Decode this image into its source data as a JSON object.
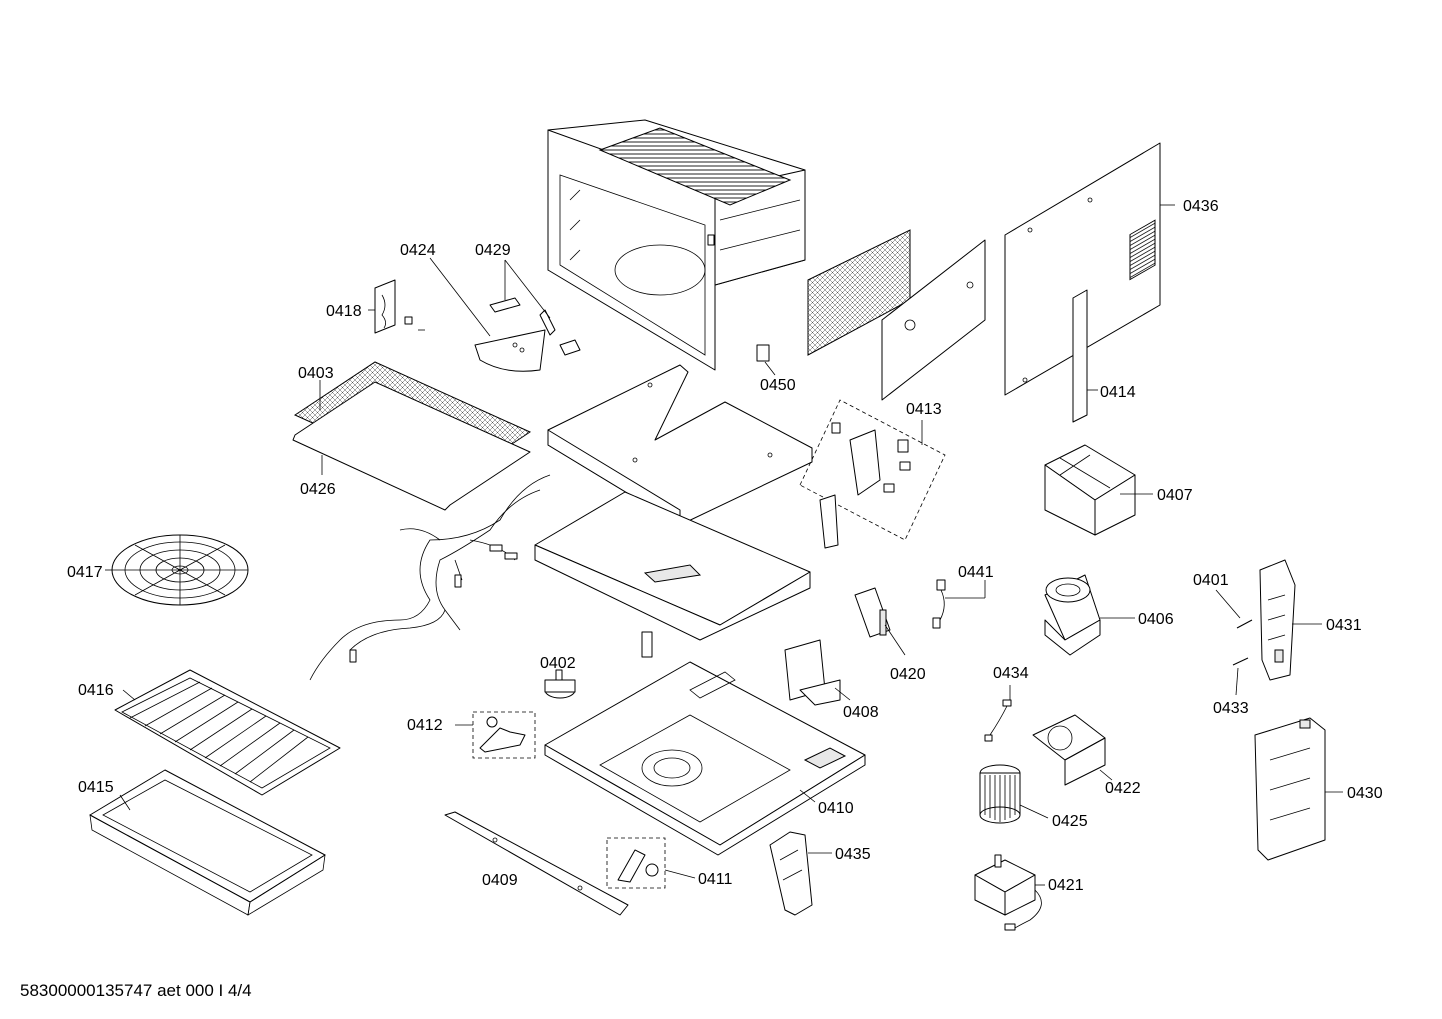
{
  "footer_text": "58300000135747 aet 000 I 4/4",
  "parts": {
    "p0401": "0401",
    "p0402": "0402",
    "p0403": "0403",
    "p0406": "0406",
    "p0407": "0407",
    "p0408": "0408",
    "p0409": "0409",
    "p0410": "0410",
    "p0411": "0411",
    "p0412": "0412",
    "p0413": "0413",
    "p0414": "0414",
    "p0415": "0415",
    "p0416": "0416",
    "p0417": "0417",
    "p0418": "0418",
    "p0420": "0420",
    "p0421": "0421",
    "p0422": "0422",
    "p0424": "0424",
    "p0425": "0425",
    "p0426": "0426",
    "p0429": "0429",
    "p0430": "0430",
    "p0431": "0431",
    "p0433": "0433",
    "p0434": "0434",
    "p0435": "0435",
    "p0436": "0436",
    "p0441": "0441",
    "p0450": "0450"
  }
}
